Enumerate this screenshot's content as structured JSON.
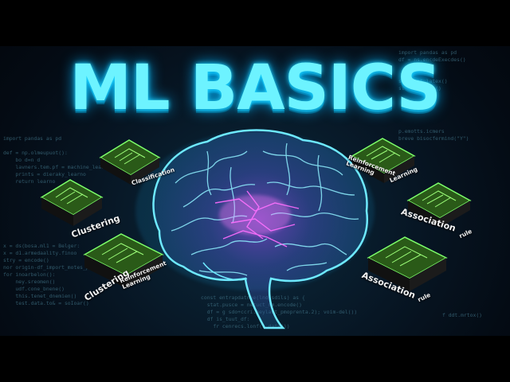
{
  "title": "ML BASICS",
  "labels": {
    "classification": "Classification",
    "clustering_left": "Clustering",
    "clustering_bottom": "Clustering",
    "reinforcement_bottom_1": "Reinforcement",
    "reinforcement_bottom_2": "Learning",
    "reinforcement_top_1": "Reinforcement",
    "reinforcement_top_2": "Learning",
    "learning_top_right": "Learning",
    "association_mid": "Association",
    "rule_mid": "rule",
    "association_low": "Association",
    "rule_low": "rule"
  },
  "code_left": "import pandas as pd\n\ndef = np.olmeupuot():\n    bo d=n d\n    lavners.tem.pf = machine_learning\n    prints = dieraky_learno\n    return learno\n\n\n\n\n\n\n\n\nx = ds(bosa.ml1 = Belger:\nx = d1.armedaality.finoo\nstry = encode()\nnor origin-df_import_motes_pn\nfor inoarbelon():\n    ney.sreomen()\n    udf.cone_bnene()\n    this.tenet_dnemien()\n    test.data.to& = soIoar()",
  "code_right": "import pandas as pd\ndf = ns.encdeExecdes()\n\n\nsuerdett.latex()\nstcnt.darmal()\n\n\n\n\n\np.emotts.icmers\nbreve bisocfermind(\"Y\")",
  "code_bottom": "const entrapdatnoe(lnd:sdils) as {\n  stat.pusce = netuct_mm.encode()\n  df = g sdo+ccri.heylant_pmoprenta.2); voim-del())\n  df is_tuut_df:\n    fr cenrecs.lonf(i.data())",
  "code_bottom_right": "f ddt.mrtox()"
}
